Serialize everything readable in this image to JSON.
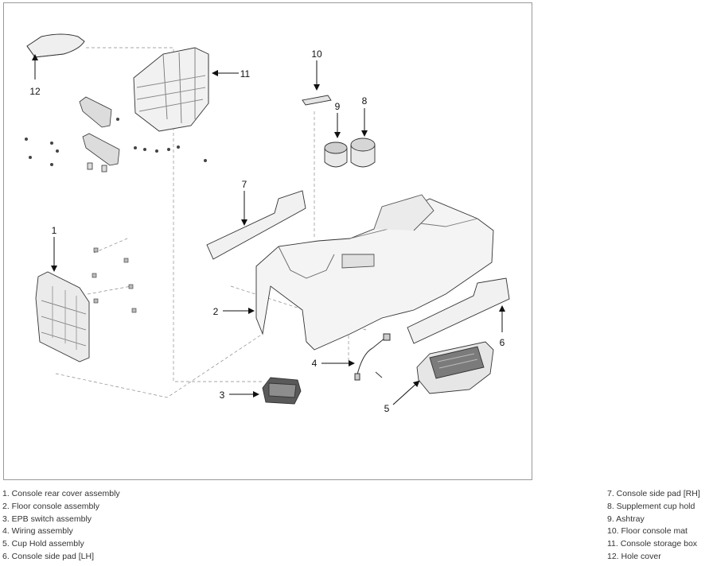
{
  "callouts": [
    "1",
    "2",
    "3",
    "4",
    "5",
    "6",
    "7",
    "8",
    "9",
    "10",
    "11",
    "12"
  ],
  "legend": {
    "left": [
      "1. Console rear cover assembly",
      "2. Floor console assembly",
      "3. EPB switch assembly",
      "4. Wiring assembly",
      "5. Cup Hold assembly",
      "6. Console side pad [LH]"
    ],
    "right": [
      "7. Console side pad [RH]",
      "8. Supplement cup hold",
      "9. Ashtray",
      "10. Floor console mat",
      "11. Console storage box",
      "12. Hole cover"
    ]
  }
}
